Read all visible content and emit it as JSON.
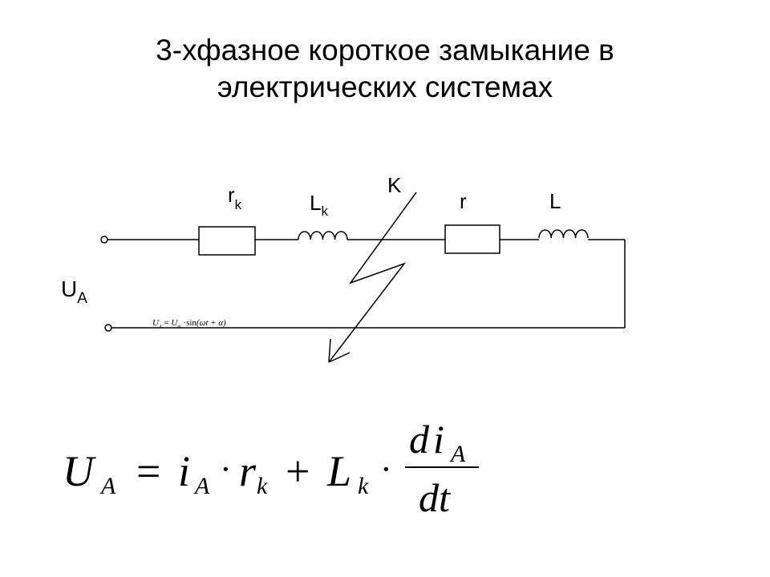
{
  "title": {
    "line1": "3-хфазное короткое замыкание в",
    "line2": "электрических системах"
  },
  "circuit": {
    "labels": {
      "rk_main": "r",
      "rk_sub": "k",
      "Lk_main": "L",
      "Lk_sub": "k",
      "K": "K",
      "r": "r",
      "L": "L",
      "UA_main": "U",
      "UA_sub": "A"
    },
    "source_equation": {
      "U": "U",
      "sub_A": "A",
      "eq": "=",
      "Um": "U",
      "sub_m": "m",
      "dot": "·",
      "sin": "sin",
      "arg": "(ωt + α)"
    }
  },
  "main_equation": {
    "U": "U",
    "U_sub": "A",
    "eq": "=",
    "i": "i",
    "i_sub": "A",
    "dot1": "·",
    "r": "r",
    "r_sub": "k",
    "plus": "+",
    "L": "L",
    "L_sub": "k",
    "dot2": "·",
    "num_d": "d",
    "num_i": "i",
    "num_sub": "A",
    "den": "dt"
  }
}
